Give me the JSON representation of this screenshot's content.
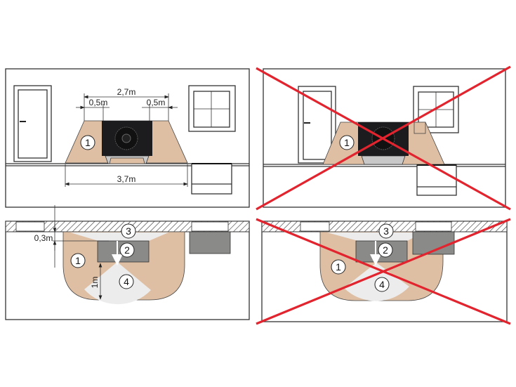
{
  "colors": {
    "zone": "#dfbfa3",
    "unit": "#1c1c1e",
    "gray_box": "#8a8a88",
    "sector": "#ececec",
    "cross": "#e2242f"
  },
  "dimensions": {
    "total_width": "2,7m",
    "side_left": "0,5m",
    "side_right": "0,5m",
    "base_width": "3,7m",
    "wall_distance": "0,3m",
    "front_distance": "1m"
  },
  "markers": {
    "zone": "1",
    "unit": "2",
    "wall_zone": "3",
    "front_zone": "4"
  },
  "panels": [
    {
      "view": "elevation",
      "status": "correct"
    },
    {
      "view": "elevation",
      "status": "incorrect",
      "mark": "cross"
    },
    {
      "view": "plan",
      "status": "correct"
    },
    {
      "view": "plan",
      "status": "incorrect",
      "mark": "cross"
    }
  ]
}
